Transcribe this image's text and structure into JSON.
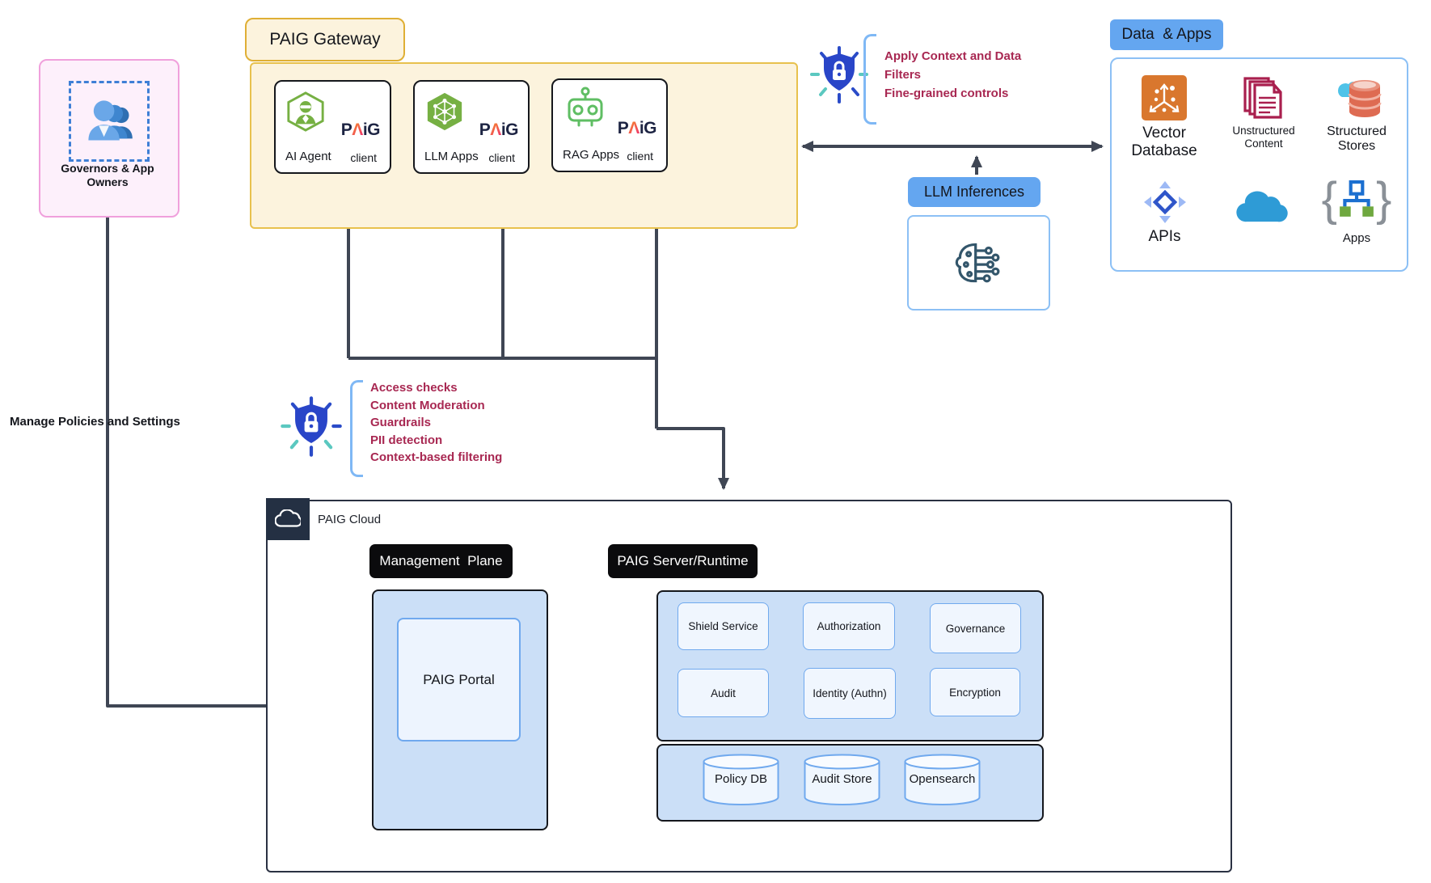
{
  "colors": {
    "accent_blue": "#64a6f0",
    "maroon_text": "#a82852",
    "gateway_yellow": "#e8c14d",
    "shield_blue": "#2945c8",
    "arrow": "#3f4654",
    "icon_green": "#76b043",
    "pink_border": "#f0a0dc"
  },
  "governors": {
    "label": "Governors & App\nOwners"
  },
  "left_flow_label": "Manage Policies and Settings",
  "gateway": {
    "title": "PAIG Gateway",
    "logo": {
      "p": "P",
      "a": "Λ",
      "i": "i",
      "g": "G",
      "sub": "client"
    },
    "cards": [
      {
        "label": "AI Agent"
      },
      {
        "label": "LLM Apps"
      },
      {
        "label": "RAG Apps"
      }
    ]
  },
  "top_shield_note": "Apply Context and Data\nFilters\nFine-grained controls",
  "mid_shield_note": "Access checks\nContent Moderation\nGuardrails\nPII detection\nContext-based filtering",
  "llm_inferences": {
    "label": "LLM Inferences"
  },
  "data_apps": {
    "title": "Data  & Apps",
    "items": [
      {
        "label": "Vector\nDatabase"
      },
      {
        "label": "Unstructured\nContent"
      },
      {
        "label": "Structured\nStores"
      },
      {
        "label": "APIs"
      },
      {
        "label": ""
      },
      {
        "label": "Apps"
      }
    ]
  },
  "paig_cloud": {
    "title": "PAIG Cloud",
    "management_plane": {
      "title": "Management  Plane",
      "portal": "PAIG Portal"
    },
    "server_runtime": {
      "title": "PAIG Server/Runtime",
      "services": [
        "Shield Service",
        "Authorization",
        "Governance",
        "Audit",
        "Identity (Authn)",
        "Encryption"
      ],
      "stores": [
        "Policy DB",
        "Audit Store",
        "Opensearch"
      ]
    }
  }
}
